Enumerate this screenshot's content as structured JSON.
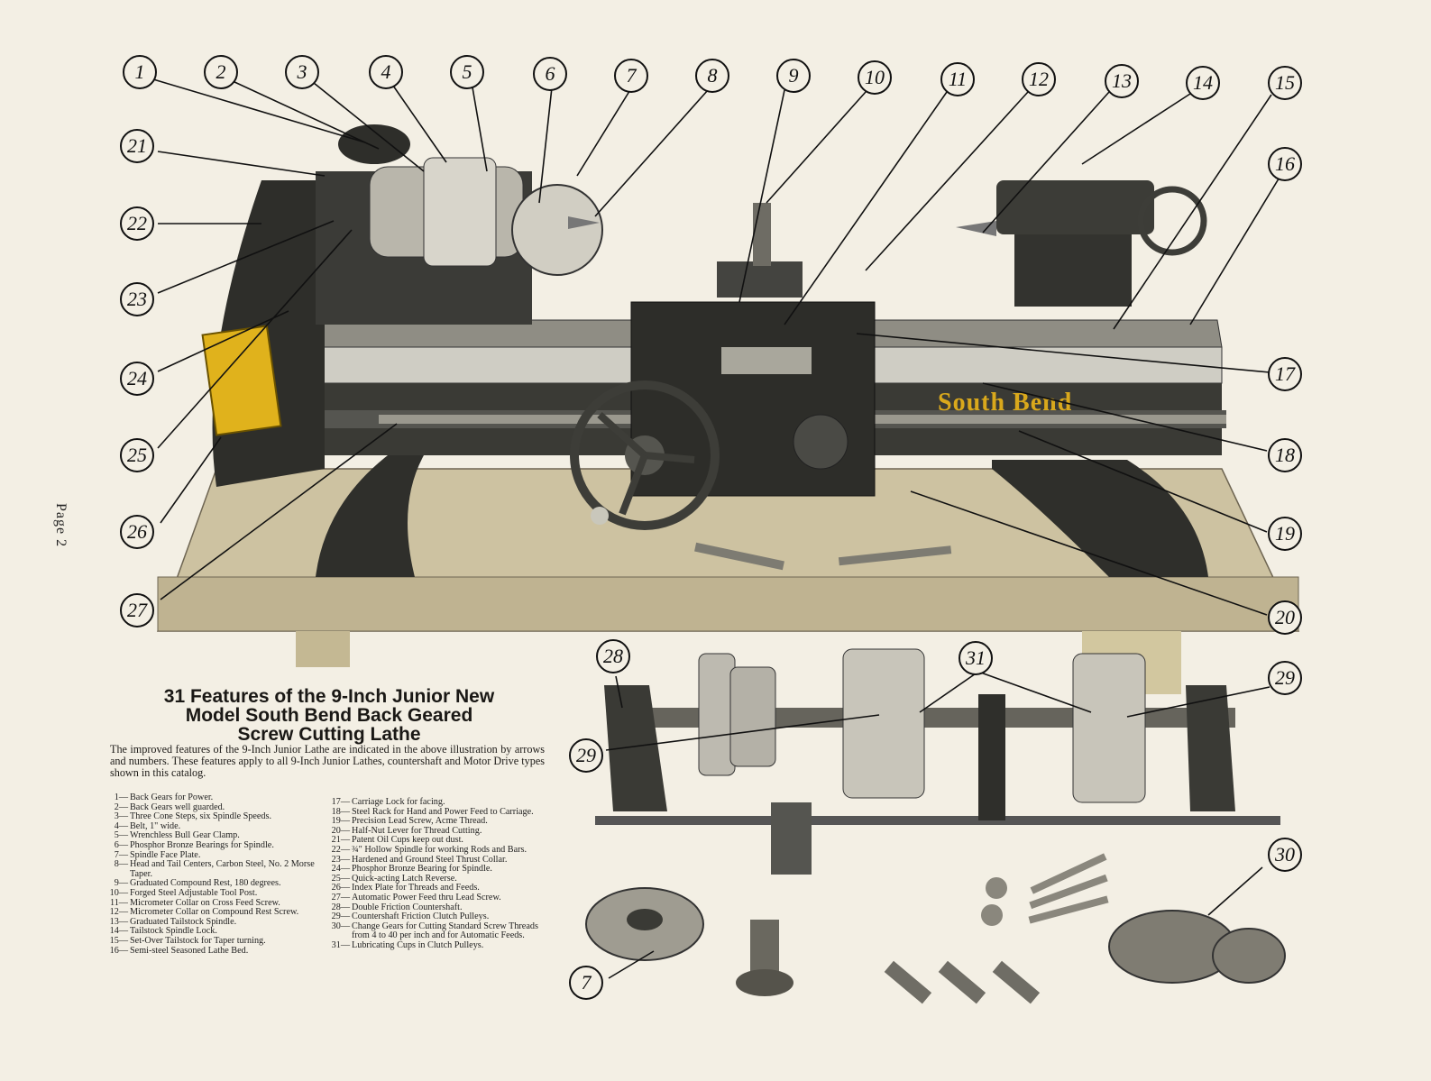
{
  "page_label": "Page 2",
  "colors": {
    "paper": "#f3efe4",
    "machine": "#3a3a36",
    "bench": "#cbbf9c",
    "brand_gold": "#d9a81c",
    "highlight": "#f0c419"
  },
  "machine_logo": "South Bend",
  "callouts": [
    "1",
    "2",
    "3",
    "4",
    "5",
    "6",
    "7",
    "8",
    "9",
    "10",
    "11",
    "12",
    "13",
    "14",
    "15",
    "16",
    "17",
    "18",
    "19",
    "20",
    "21",
    "22",
    "23",
    "24",
    "25",
    "26",
    "27",
    "28",
    "29",
    "30",
    "31",
    "29",
    "7"
  ],
  "heading": {
    "line1": "31 Features of the 9-Inch Junior New",
    "line2": "Model South Bend Back Geared",
    "line3": "Screw Cutting Lathe"
  },
  "intro": "The improved features of the 9-Inch Junior Lathe are indicated in the above illustration by arrows and numbers. These features apply to all 9-Inch Junior Lathes, countershaft and Motor Drive types shown in this catalog.",
  "features_left": [
    {
      "num": "1",
      "text": "Back Gears for Power."
    },
    {
      "num": "2",
      "text": "Back Gears well guarded."
    },
    {
      "num": "3",
      "text": "Three Cone Steps, six Spindle Speeds."
    },
    {
      "num": "4",
      "text": "Belt, 1\" wide."
    },
    {
      "num": "5",
      "text": "Wrenchless Bull Gear Clamp."
    },
    {
      "num": "6",
      "text": "Phosphor Bronze Bearings for Spindle."
    },
    {
      "num": "7",
      "text": "Spindle Face Plate."
    },
    {
      "num": "8",
      "text": "Head and Tail Centers, Carbon Steel, No. 2 Morse Taper."
    },
    {
      "num": "9",
      "text": "Graduated Compound Rest, 180 degrees."
    },
    {
      "num": "10",
      "text": "Forged Steel Adjustable Tool Post."
    },
    {
      "num": "11",
      "text": "Micrometer Collar on Cross Feed Screw."
    },
    {
      "num": "12",
      "text": "Micrometer Collar on Compound Rest Screw."
    },
    {
      "num": "13",
      "text": "Graduated Tailstock Spindle."
    },
    {
      "num": "14",
      "text": "Tailstock Spindle Lock."
    },
    {
      "num": "15",
      "text": "Set-Over Tailstock for Taper turning."
    },
    {
      "num": "16",
      "text": "Semi-steel Seasoned Lathe Bed."
    }
  ],
  "features_right": [
    {
      "num": "17",
      "text": "Carriage Lock for facing."
    },
    {
      "num": "18",
      "text": "Steel Rack for Hand and Power Feed to Carriage."
    },
    {
      "num": "19",
      "text": "Precision Lead Screw, Acme Thread."
    },
    {
      "num": "20",
      "text": "Half-Nut Lever for Thread Cutting."
    },
    {
      "num": "21",
      "text": "Patent Oil Cups keep out dust."
    },
    {
      "num": "22",
      "text": "¾\" Hollow Spindle for working Rods and Bars."
    },
    {
      "num": "23",
      "text": "Hardened and Ground Steel Thrust Collar."
    },
    {
      "num": "24",
      "text": "Phosphor Bronze Bearing for Spindle."
    },
    {
      "num": "25",
      "text": "Quick-acting Latch Reverse."
    },
    {
      "num": "26",
      "text": "Index Plate for Threads and Feeds."
    },
    {
      "num": "27",
      "text": "Automatic Power Feed thru Lead Screw."
    },
    {
      "num": "28",
      "text": "Double Friction Countershaft."
    },
    {
      "num": "29",
      "text": "Countershaft Friction Clutch Pulleys."
    },
    {
      "num": "30",
      "text": "Change Gears for Cutting Standard Screw Threads from 4 to 40 per inch and for Automatic Feeds."
    },
    {
      "num": "31",
      "text": "Lubricating Cups in Clutch Pulleys."
    }
  ]
}
